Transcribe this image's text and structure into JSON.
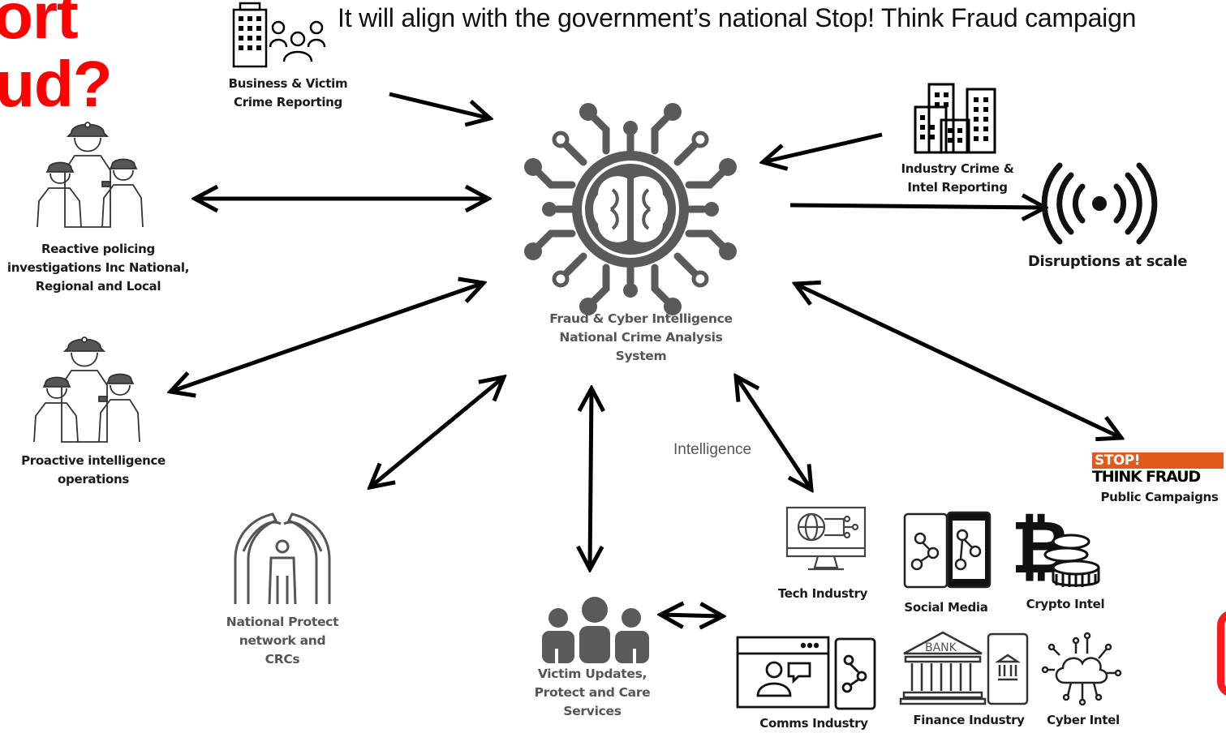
{
  "slide": {
    "title_fragment_1": "ort",
    "title_fragment_2": "ud?",
    "headline": "It will align with the government’s national Stop! Think Fraud campaign",
    "accent_color": "#ff0000",
    "icon_color": "#5a5a5a"
  },
  "nodes": {
    "center": {
      "label": "Fraud & Cyber Intelligence\nNational Crime Analysis\nSystem",
      "icon": "brain-circuit-icon"
    },
    "business_reporting": {
      "label": "Business & Victim\nCrime Reporting",
      "icon": "building-people-icon"
    },
    "industry_reporting": {
      "label": "Industry Crime &\nIntel Reporting",
      "icon": "office-buildings-icon"
    },
    "disruptions": {
      "label": "Disruptions at scale",
      "icon": "broadcast-signal-icon"
    },
    "reactive_policing": {
      "label": "Reactive policing\ninvestigations Inc National,\nRegional and Local",
      "icon": "police-group-icon"
    },
    "proactive_ops": {
      "label": "Proactive intelligence\noperations",
      "icon": "police-group-icon"
    },
    "national_protect": {
      "label": "National Protect\nnetwork and\nCRCs",
      "icon": "protecting-hands-icon"
    },
    "victim_updates": {
      "label": "Victim Updates,\nProtect and Care\nServices",
      "icon": "people-group-icon"
    },
    "public_campaigns": {
      "label": "Public Campaigns",
      "logo_line_1": "STOP!",
      "logo_line_2": "THINK FRAUD",
      "logo_color": "#e05a1e"
    },
    "tech_industry": {
      "label": "Tech Industry",
      "icon": "monitor-globe-icon"
    },
    "social_media": {
      "label": "Social Media",
      "icon": "phones-network-icon"
    },
    "crypto_intel": {
      "label": "Crypto Intel",
      "icon": "bitcoin-coins-icon"
    },
    "comms_industry": {
      "label": "Comms Industry",
      "icon": "browser-chat-icon"
    },
    "finance_industry": {
      "label": "Finance Industry",
      "icon": "bank-phone-icon",
      "bank_sign": "BANK"
    },
    "cyber_intel": {
      "label": "Cyber Intel",
      "icon": "cloud-circuit-icon"
    }
  },
  "edges": {
    "intelligence_label": "Intelligence"
  }
}
